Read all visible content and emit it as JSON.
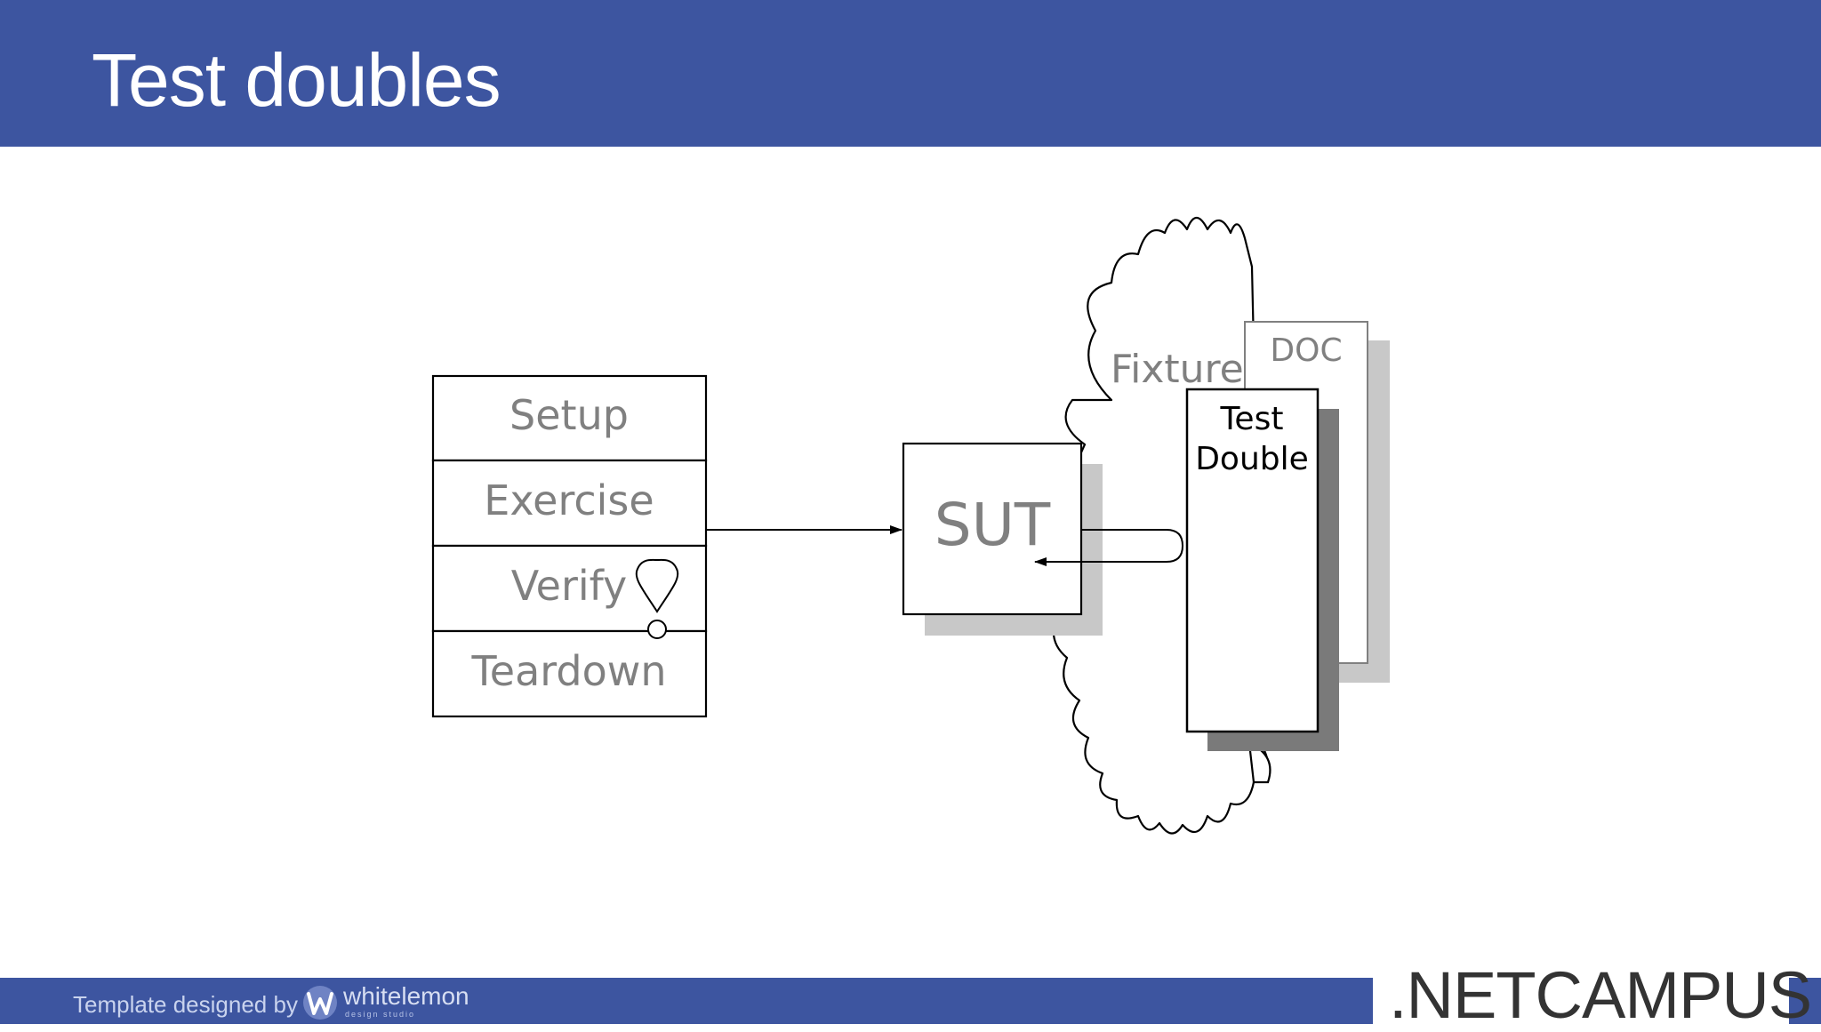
{
  "slide": {
    "title": "Test doubles"
  },
  "diagram": {
    "phases": [
      "Setup",
      "Exercise",
      "Verify",
      "Teardown"
    ],
    "sut_label": "SUT",
    "fixture_label": "Fixture",
    "doc_label": "DOC",
    "test_double_label_line1": "Test",
    "test_double_label_line2": "Double"
  },
  "footer": {
    "credit_text": "Template designed by",
    "designer_name": "whitelemon",
    "designer_subtitle": "design studio",
    "brand": ".NETCAMPUS"
  },
  "colors": {
    "header_blue": "#3d55a0",
    "text_gray": "#808080",
    "shadow_light": "#c8c8c8",
    "shadow_dark": "#7a7a7a"
  }
}
